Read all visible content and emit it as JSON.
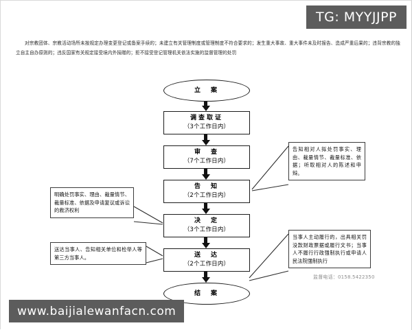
{
  "watermarks": {
    "top_tag": "TG: MYYJJPP",
    "bottom_url": "www.baijialewanfacn.com",
    "stamp_note": "监督电话：0158.5422350"
  },
  "intro": {
    "paragraph": "对宗教团体、宗教活动场所未按规定办理变更登记或备案手续的；未建立有关管理制度或管理制度不符合要求的；发生重大事故、重大事件未及时报告、造成严重后果的；违背宗教的独立自主自办原则的；违反国家有关规定接受境内外捐赠的；拒不接受登记管理机关依法实施的监督管理的处罚"
  },
  "flowchart": {
    "type": "flow-diagram",
    "nodes": [
      {
        "id": "liaan",
        "shape": "oval",
        "title": "立　案",
        "subtitle": ""
      },
      {
        "id": "diaocha",
        "shape": "rect",
        "title": "调查取证",
        "subtitle": "（3个工作日内）"
      },
      {
        "id": "shencha",
        "shape": "rect",
        "title": "审　查",
        "subtitle": "（7个工作日内）"
      },
      {
        "id": "gaozhi",
        "shape": "rect",
        "title": "告　知",
        "subtitle": "（2个工作日内）"
      },
      {
        "id": "jueding",
        "shape": "rect",
        "title": "决　定",
        "subtitle": "（3个工作日内）"
      },
      {
        "id": "songda",
        "shape": "rect",
        "title": "送　达",
        "subtitle": "（2个工作日内）"
      },
      {
        "id": "jiean",
        "shape": "oval",
        "title": "结　案",
        "subtitle": ""
      }
    ],
    "notes": [
      {
        "id": "note-gaozhi",
        "attaches_to": "gaozhi",
        "side": "right",
        "text": "告知相对人拟处罚事实、理由、裁量情节、裁量标准、依据；听取相对人的陈述和申辩。"
      },
      {
        "id": "note-jueding",
        "attaches_to": "jueding",
        "side": "left",
        "text": "明确处罚事实、理由、裁量情节、裁量标准、依据及申请复议或诉讼的救济权利"
      },
      {
        "id": "note-songda",
        "attaches_to": "songda",
        "side": "left",
        "text": "送达当事人、告知相关单位和检举人等第三方当事人。"
      },
      {
        "id": "note-jiean",
        "attaches_to": "jiean",
        "side": "right",
        "text": "当事人主动履行的，出具相关罚没款财政票据或履行文书；当事人不履行行政强制执行或申请人民法院强制执行"
      }
    ]
  }
}
